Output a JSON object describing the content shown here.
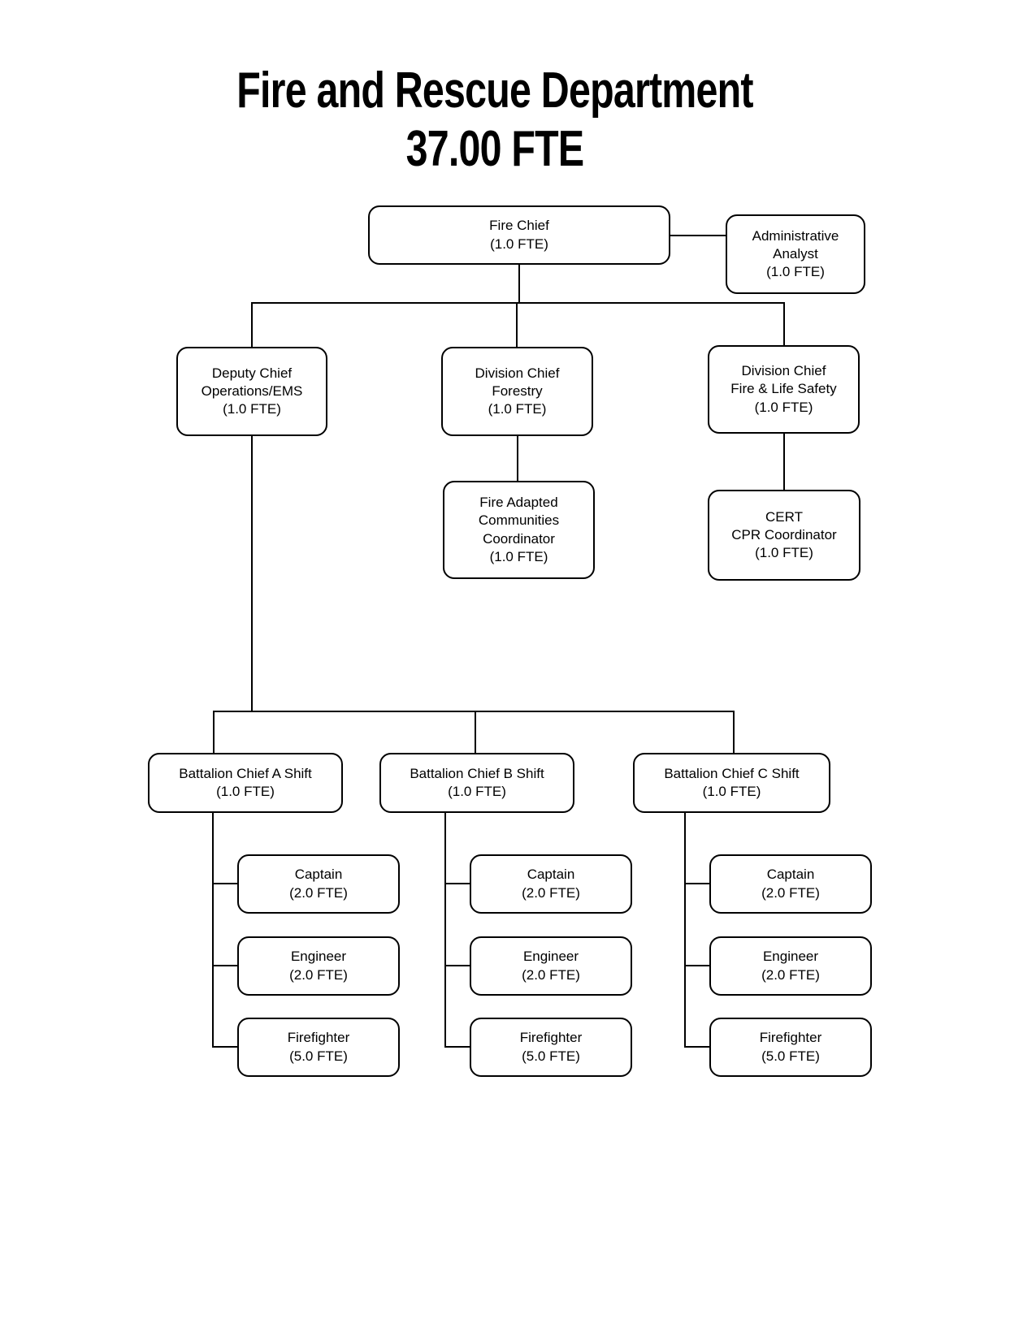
{
  "title": {
    "line1": "Fire and Rescue Department",
    "line2": "37.00 FTE"
  },
  "colors": {
    "background": "#ffffff",
    "box_fill": "#ffffff",
    "box_border": "#000000",
    "connector_line": "#000000",
    "text": "#000000"
  },
  "org_chart": {
    "department": "Fire and Rescue Department",
    "total_fte": "37.00 FTE",
    "nodes": {
      "fire_chief": {
        "title": "Fire Chief",
        "fte": "(1.0 FTE)"
      },
      "admin": {
        "title": "Administrative\nAnalyst",
        "fte": "(1.0 FTE)"
      },
      "deputy": {
        "title": "Deputy Chief\nOperations/EMS",
        "fte": "(1.0 FTE)"
      },
      "forestry": {
        "title": "Division Chief\nForestry",
        "fte": "(1.0 FTE)"
      },
      "fls": {
        "title": "Division Chief\nFire & Life Safety",
        "fte": "(1.0 FTE)"
      },
      "facc": {
        "title": "Fire Adapted\nCommunities\nCoordinator",
        "fte": "(1.0 FTE)"
      },
      "cert": {
        "title": "CERT\nCPR Coordinator",
        "fte": "(1.0 FTE)"
      },
      "bat_a": {
        "title": "Battalion Chief A Shift",
        "fte": "(1.0 FTE)"
      },
      "bat_b": {
        "title": "Battalion Chief B Shift",
        "fte": "(1.0 FTE)"
      },
      "bat_c": {
        "title": "Battalion Chief C Shift",
        "fte": "(1.0 FTE)"
      },
      "captain_a": {
        "title": "Captain",
        "fte": "(2.0 FTE)"
      },
      "engineer_a": {
        "title": "Engineer",
        "fte": "(2.0 FTE)"
      },
      "firefighter_a": {
        "title": "Firefighter",
        "fte": "(5.0 FTE)"
      },
      "captain_b": {
        "title": "Captain",
        "fte": "(2.0 FTE)"
      },
      "engineer_b": {
        "title": "Engineer",
        "fte": "(2.0 FTE)"
      },
      "firefighter_b": {
        "title": "Firefighter",
        "fte": "(5.0 FTE)"
      },
      "captain_c": {
        "title": "Captain",
        "fte": "(2.0 FTE)"
      },
      "engineer_c": {
        "title": "Engineer",
        "fte": "(2.0 FTE)"
      },
      "firefighter_c": {
        "title": "Firefighter",
        "fte": "(5.0 FTE)"
      }
    }
  }
}
